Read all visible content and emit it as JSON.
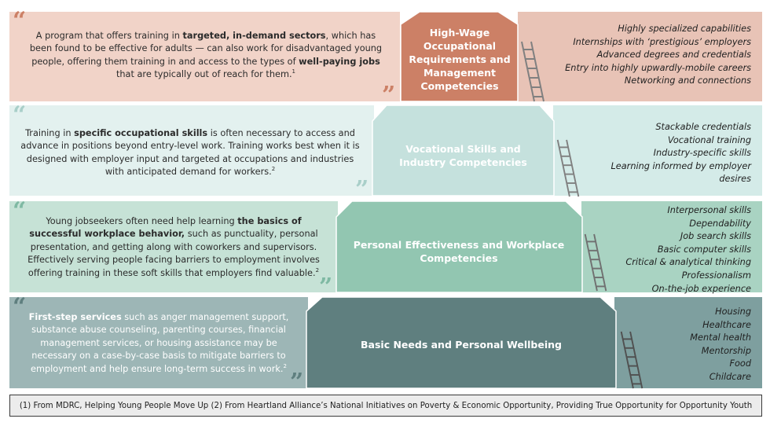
{
  "tiers": [
    {
      "id": "high-wage",
      "title": "High-Wage Occupational Requirements and Management Competencies",
      "text_parts": [
        {
          "t": "A program that offers training in "
        },
        {
          "t": "targeted, in-demand sectors",
          "b": true
        },
        {
          "t": ", which has been found to be effective for adults — can also work for disadvantaged young people, offering them training in and access to the types of "
        },
        {
          "t": "well-paying jobs",
          "b": true
        },
        {
          "t": " that are typically out of reach for them."
        },
        {
          "t": "1",
          "sup": true
        }
      ],
      "items": [
        "Highly specialized capabilities",
        "Internships with ‘prestigious’ employers",
        "Advanced degrees and credentials",
        "Entry into highly upwardly-mobile careers",
        "Networking and connections"
      ]
    },
    {
      "id": "vocational",
      "title": "Vocational Skills and Industry Competencies",
      "text_parts": [
        {
          "t": "Training in "
        },
        {
          "t": "specific occupational skills",
          "b": true
        },
        {
          "t": " is often necessary to access and advance in positions beyond entry-level work. Training works best when it is designed with employer input and targeted at occupations and industries with anticipated demand for workers."
        },
        {
          "t": "2",
          "sup": true
        }
      ],
      "items": [
        "Stackable credentials",
        "Vocational training",
        "Industry-specific skills",
        "Learning informed by employer desires"
      ]
    },
    {
      "id": "personal",
      "title": "Personal Effectiveness and Workplace Competencies",
      "text_parts": [
        {
          "t": "Young jobseekers often need help learning "
        },
        {
          "t": "the basics of successful workplace behavior,",
          "b": true
        },
        {
          "t": " such as punctuality, personal presentation, and getting along with coworkers and supervisors. Effectively serving people facing barriers to employment involves offering training in these soft skills that employers find valuable."
        },
        {
          "t": "2",
          "sup": true
        }
      ],
      "items": [
        "Interpersonal skills",
        "Dependability",
        "Job search skills",
        "Basic computer skills",
        "Critical & analytical thinking",
        "Professionalism",
        "On-the-job experience"
      ]
    },
    {
      "id": "basic",
      "title": "Basic Needs and Personal Wellbeing",
      "text_parts": [
        {
          "t": "First-step services",
          "b": true
        },
        {
          "t": " such as anger management support, substance abuse counseling, parenting courses, financial management services, or housing assistance may be necessary on a case-by-case basis to mitigate barriers to employment and help ensure long-term success in work."
        },
        {
          "t": "2",
          "sup": true
        }
      ],
      "items": [
        "Housing",
        "Healthcare",
        "Mental health",
        "Mentorship",
        "Food",
        "Childcare"
      ]
    }
  ],
  "footer": "(1) From MDRC, Helping Young People Move Up (2) From Heartland Alliance’s National Initiatives on Poverty & Economic Opportunity, Providing True Opportunity for Opportunity Youth",
  "colors": {
    "high_wage_bg": "#e8c3b6",
    "high_wage_house": "#cc8066",
    "vocational_bg": "#d4ebe8",
    "vocational_house": "#c5e1dd",
    "personal_bg": "#a9d3c2",
    "personal_house": "#92c6b1",
    "basic_bg": "#7e9f9f",
    "basic_house": "#5f7f7f"
  }
}
